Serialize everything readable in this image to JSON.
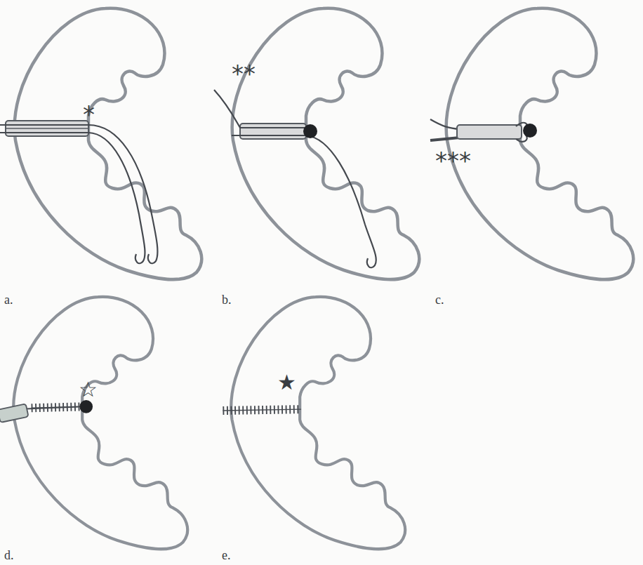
{
  "diagram": {
    "labels": [
      "*",
      "a.",
      "**",
      "b.",
      "***",
      "c.",
      "☆",
      "d.",
      "★",
      "e."
    ]
  }
}
